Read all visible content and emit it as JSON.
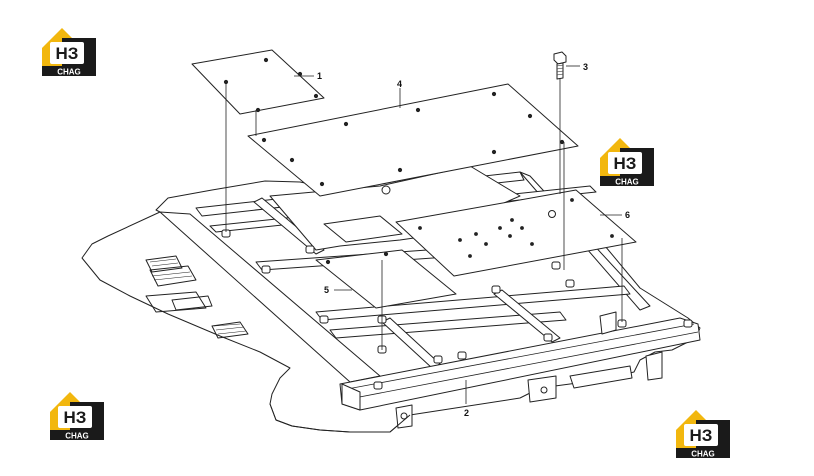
{
  "logo": {
    "mark": "НЗ",
    "text": "CHAG",
    "accent": "#f2b70e",
    "dark": "#1a1a1a"
  },
  "callouts": [
    {
      "id": "1",
      "label": "1"
    },
    {
      "id": "2",
      "label": "2"
    },
    {
      "id": "3",
      "label": "3"
    },
    {
      "id": "4",
      "label": "4"
    },
    {
      "id": "5",
      "label": "5"
    },
    {
      "id": "6",
      "label": "6"
    }
  ]
}
